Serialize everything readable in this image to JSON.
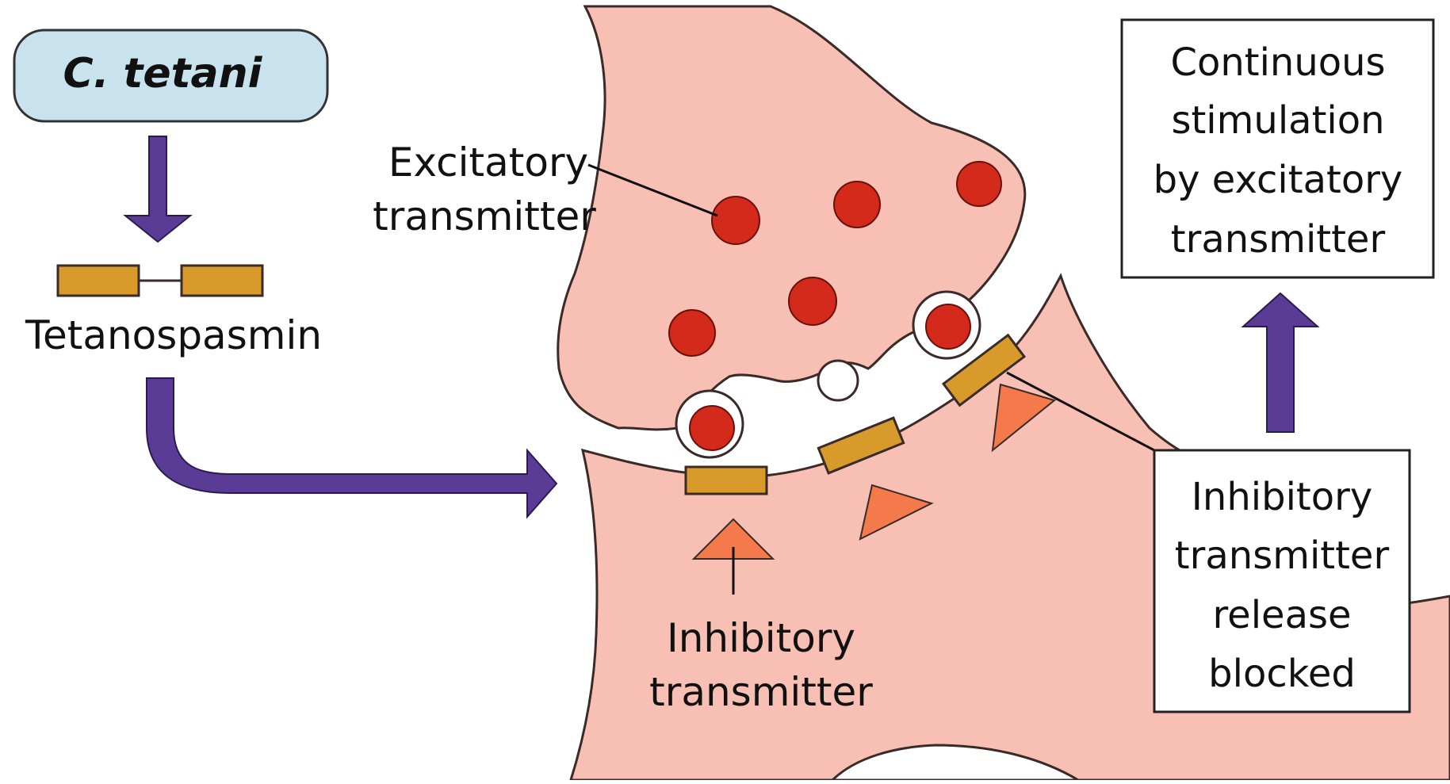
{
  "organism": {
    "label": "C. tetani"
  },
  "toxin": {
    "label": "Tetanospasmin"
  },
  "labels": {
    "excitatory": [
      "Excitatory",
      "transmitter"
    ],
    "inhibitory": [
      "Inhibitory",
      "transmitter"
    ]
  },
  "result_box": {
    "lines": [
      "Continuous",
      "stimulation",
      "by excitatory",
      "transmitter"
    ]
  },
  "blocked_box": {
    "lines": [
      "Inhibitory",
      "transmitter",
      "release",
      "blocked"
    ]
  },
  "colors": {
    "cell": "#f8c0b4",
    "cell_stroke": "#3a2a28",
    "vesicle": "#d42a1c",
    "receptor": "#d99a2c",
    "inhibitory_marker": "#f47a4c",
    "arrow": "#5a3c96",
    "organism_fill": "#c8e2ee",
    "box_fill": "#ffffff"
  }
}
